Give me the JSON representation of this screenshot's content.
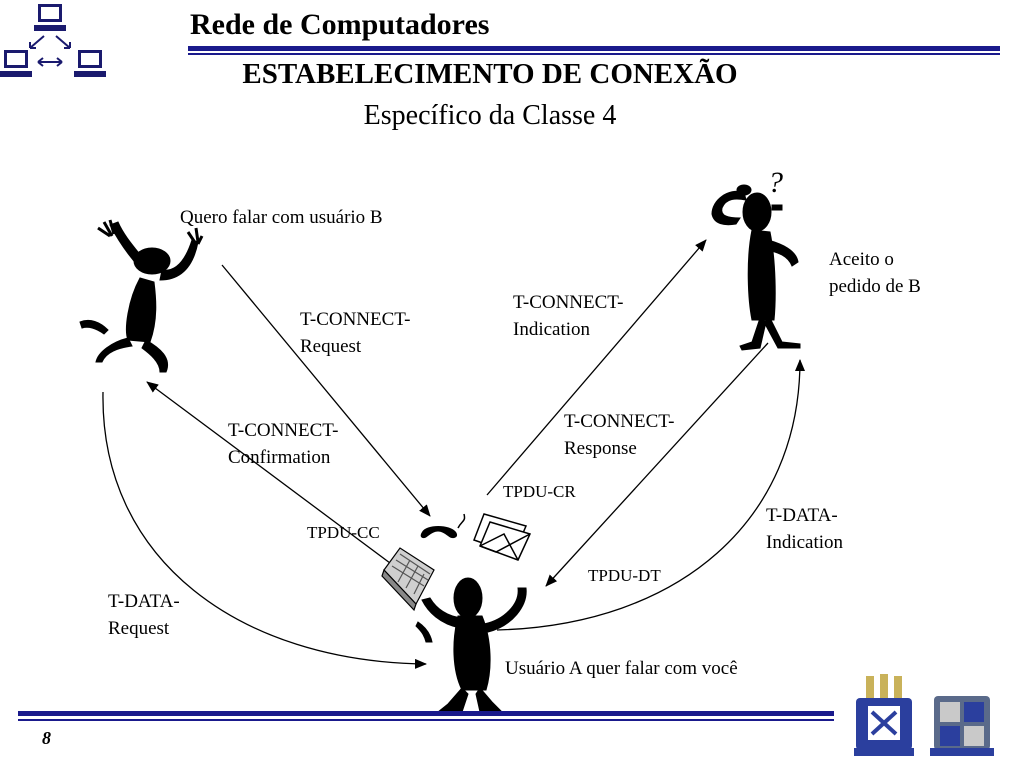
{
  "header": {
    "title": "Rede de Computadores"
  },
  "slide": {
    "title": "ESTABELECIMENTO DE CONEXÃO",
    "subtitle": "Específico da Classe 4",
    "page_number": "8"
  },
  "diagram": {
    "user_b_caption": "Quero falar com usuário B",
    "accept_caption": "Aceito o\npedido de B",
    "user_a_caption": "Usuário A quer falar com você",
    "primitives": {
      "connect_request": "T-CONNECT-\nRequest",
      "connect_indication": "T-CONNECT-\nIndication",
      "connect_confirmation": "T-CONNECT-\nConfirmation",
      "connect_response": "T-CONNECT-\nResponse",
      "data_request": "T-DATA-\nRequest",
      "data_indication": "T-DATA-\nIndication"
    },
    "tpdus": {
      "cr": "TPDU-CR",
      "cc": "TPDU-CC",
      "dt": "TPDU-DT"
    }
  },
  "icons": [
    "network-computers-icon",
    "waving-figure-icon",
    "thinking-figure-icon",
    "juggling-figure-icon",
    "telephone-icon",
    "envelopes-icon",
    "keyboard-icon",
    "university-crest-icon",
    "school-crest-icon"
  ],
  "colors": {
    "rule": "#1a1a8c",
    "crest_blue": "#2b3f9e",
    "crest_gold": "#c9b25a"
  }
}
